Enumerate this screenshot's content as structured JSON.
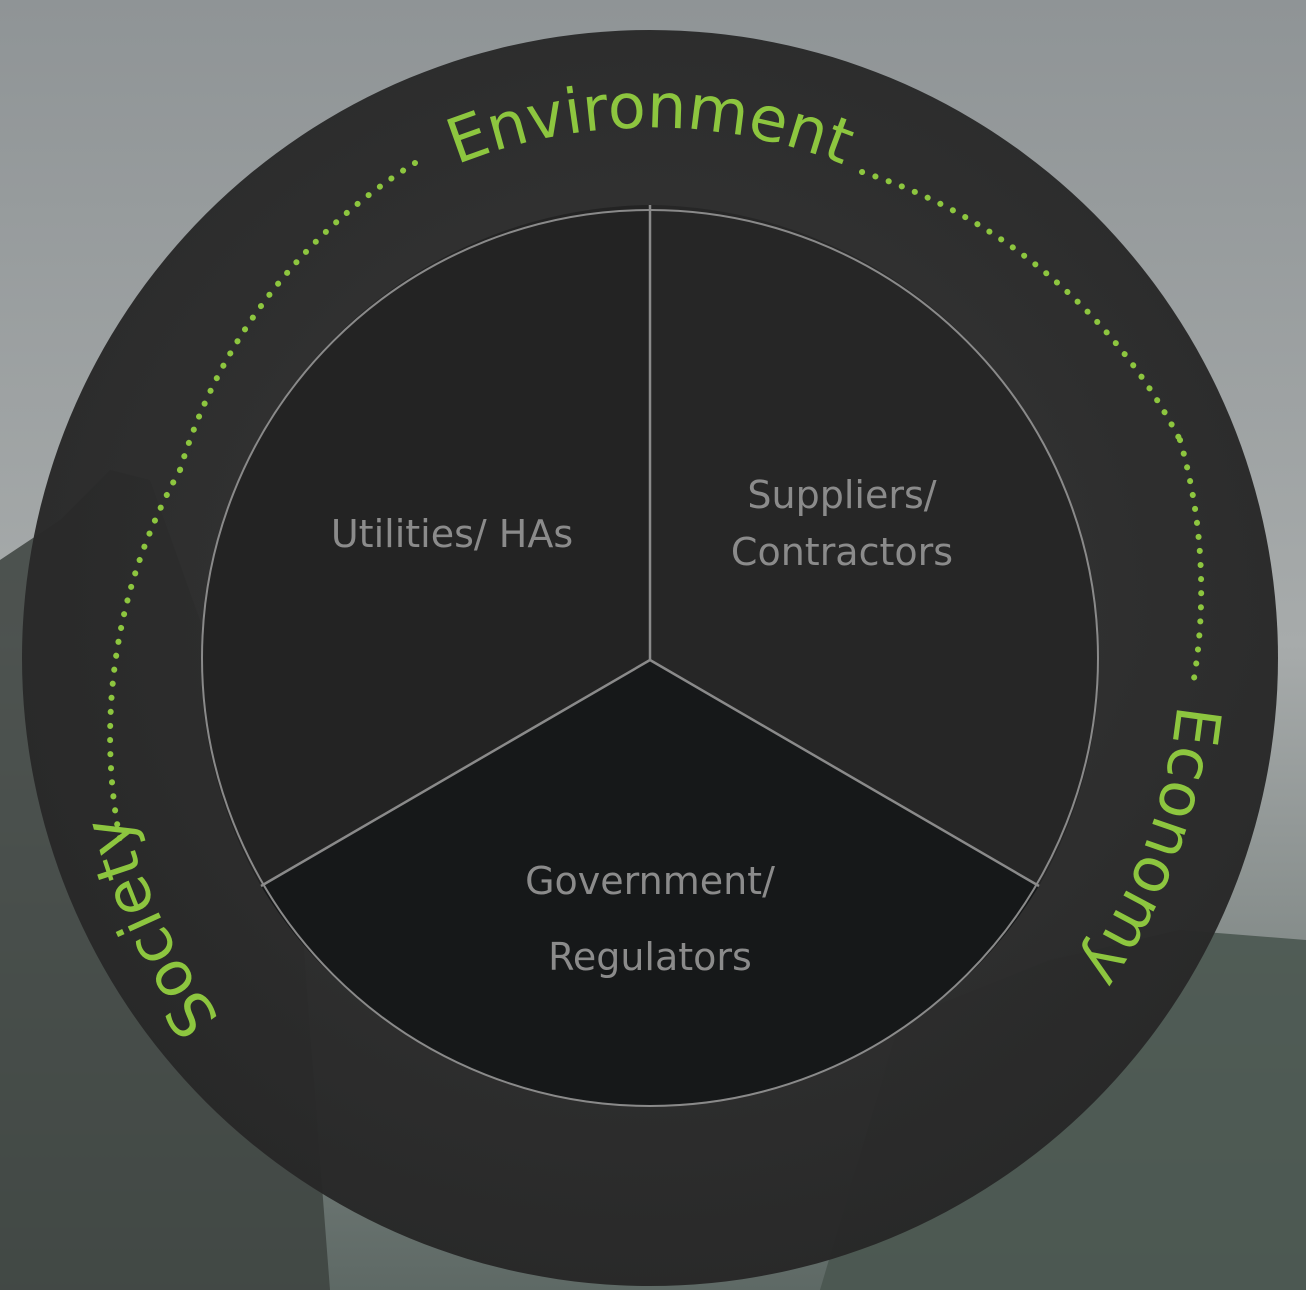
{
  "diagram": {
    "outer_ring": {
      "top_label": "Environment",
      "right_label": "Economy",
      "left_label": "Society"
    },
    "segments": [
      {
        "id": "utilities",
        "lines": [
          "Utilities/ HAs"
        ]
      },
      {
        "id": "suppliers",
        "lines": [
          "Suppliers/",
          "Contractors"
        ]
      },
      {
        "id": "government",
        "lines": [
          "Government/",
          "Regulators"
        ]
      }
    ],
    "colors": {
      "accent_green": "#8dc63f",
      "outer_circle": "#2f2f2f",
      "segment_top_left": "#232323",
      "segment_top_right": "#262626",
      "segment_bottom": "#161819",
      "segment_text": "#8b8b8b",
      "divider": "#8a8a8a"
    }
  }
}
